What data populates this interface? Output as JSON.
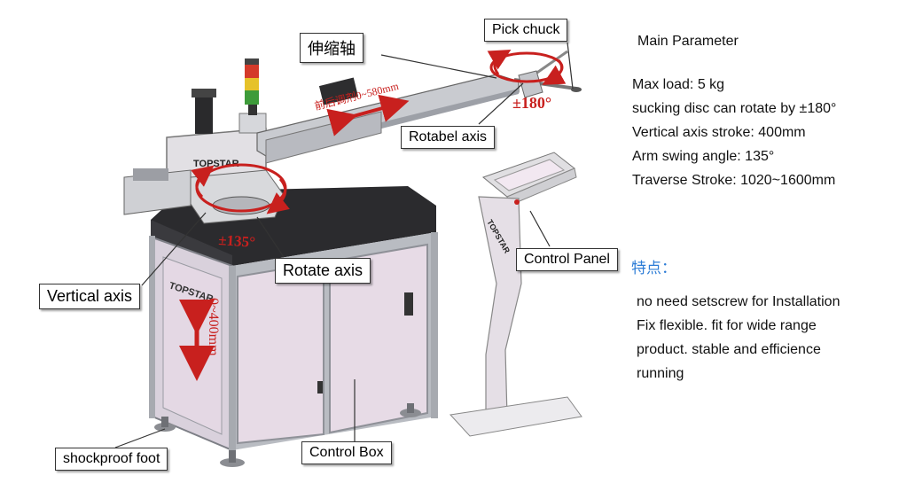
{
  "labels": {
    "pick_chuck": "Pick chuck",
    "telescopic_axis": "伸缩轴",
    "rotabel_axis": "Rotabel axis",
    "vertical_axis": "Vertical axis",
    "rotate_axis": "Rotate axis",
    "control_panel": "Control Panel",
    "shockproof_foot": "shockproof foot",
    "control_box": "Control Box"
  },
  "annotations": {
    "plus_minus_180": "±180°",
    "plus_minus_135": "±135°",
    "vertical_range": "0~400mm",
    "telescopic_range": "前后调剂0~580mm",
    "brand": "TOPSTAR"
  },
  "params": {
    "heading": "Main Parameter",
    "lines": [
      "Max load: 5 kg",
      "sucking disc can rotate by ±180°",
      "Vertical axis stroke: 400mm",
      "Arm swing angle: 135°",
      "Traverse Stroke: 1020~1600mm"
    ]
  },
  "features": {
    "title": "特点：",
    "lines": [
      "no need setscrew for Installation",
      "Fix flexible. fit for wide range",
      "product. stable and efficience",
      "running"
    ]
  },
  "colors": {
    "annotation_red": "#c8201e",
    "feature_title_blue": "#2c7cd6",
    "cabinet_panel": "#e7dbe6",
    "frame_gray": "#a7aab0",
    "top_dark": "#2b2b2e"
  }
}
